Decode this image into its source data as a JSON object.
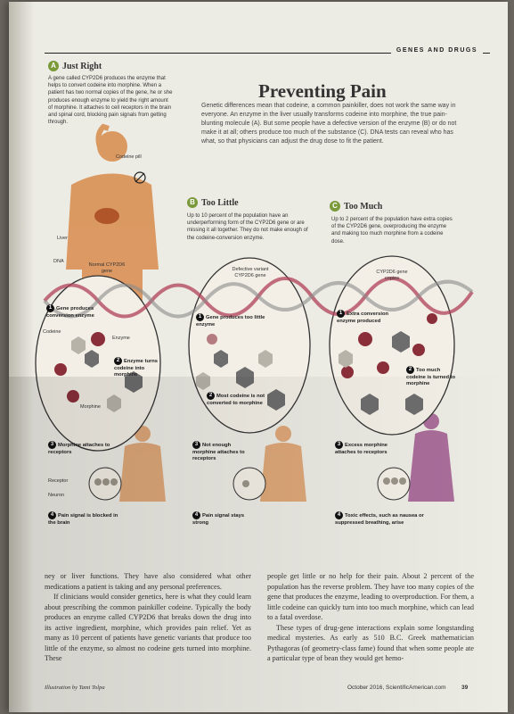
{
  "header": {
    "section": "GENES AND DRUGS"
  },
  "title": "Preventing Pain",
  "intro": "Genetic differences mean that codeine, a common painkiller, does not work the same way in everyone. An enzyme in the liver usually transforms codeine into morphine, the true pain-blunting molecule (A). But some people have a defective version of the enzyme (B) or do not make it at all; others produce too much of the substance (C). DNA tests can reveal who has what, so that physicians can adjust the drug dose to fit the patient.",
  "panels": [
    {
      "letter": "A",
      "heading": "Just Right",
      "text": "A gene called CYP2D6 produces the enzyme that helps to convert codeine into morphine. When a patient has two normal copies of the gene, he or she produces enough enzyme to yield the right amount of morphine. It attaches to cell receptors in the brain and spinal cord, blocking pain signals from getting through.",
      "labels": {
        "pill": "Codeine pill",
        "liver": "Liver",
        "dna": "DNA",
        "gene": "Normal CYP2D6 gene",
        "codeine": "Codeine",
        "enzyme": "Enzyme",
        "morphine": "Morphine",
        "receptor": "Receptor",
        "neuron": "Neuron"
      },
      "steps": [
        "Gene produces conversion enzyme",
        "Enzyme turns codeine into morphine",
        "Morphine attaches to receptors",
        "Pain signal is blocked in the brain"
      ]
    },
    {
      "letter": "B",
      "heading": "Too Little",
      "text": "Up to 10 percent of the population have an underperforming form of the CYP2D6 gene or are missing it all together. They do not make enough of the codeine-conversion enzyme.",
      "labels": {
        "gene": "Defective variant CYP2D6 gene"
      },
      "steps": [
        "Gene produces too little enzyme",
        "Most codeine is not converted to morphine",
        "Not enough morphine attaches to receptors",
        "Pain signal stays strong"
      ]
    },
    {
      "letter": "C",
      "heading": "Too Much",
      "text": "Up to 2 percent of the population have extra copies of the CYP2D6 gene, overproducing the enzyme and making too much morphine from a codeine dose.",
      "labels": {
        "gene": "CYP2D6 gene copies"
      },
      "steps": [
        "Extra conversion enzyme produced",
        "Too much codeine is turned to morphine",
        "Excess morphine attaches to receptors",
        "Toxic effects, such as nausea or suppressed breathing, arise"
      ]
    }
  ],
  "body": {
    "col1": [
      "ney or liver functions. They have also considered what other medications a patient is taking and any personal preferences.",
      "If clinicians would consider genetics, here is what they could learn about prescribing the common painkiller codeine. Typically the body produces an enzyme called CYP2D6 that breaks down the drug into its active ingredient, morphine, which provides pain relief. Yet as many as 10 percent of patients have genetic variants that produce too little of the enzyme, so almost no codeine gets turned into morphine. These"
    ],
    "col2": [
      "people get little or no help for their pain. About 2 percent of the population has the reverse problem. They have too many copies of the gene that produces the enzyme, leading to overproduction. For them, a little codeine can quickly turn into too much morphine, which can lead to a fatal overdose.",
      "These types of drug-gene interactions explain some longstanding medical mysteries. As early as 510 B.C. Greek mathematician Pythagoras (of geometry-class fame) found that when some people ate a particular type of bean they would get hemo-"
    ]
  },
  "footer": {
    "credit": "Illustration by Tami Tolpa",
    "issue": "October 2016, ScientificAmerican.com",
    "page": "39"
  },
  "colors": {
    "accent": "#7a9a3a",
    "skin": "#d98b4c",
    "enzyme": "#8a2f3a",
    "molecule": "#6d6d6d"
  }
}
